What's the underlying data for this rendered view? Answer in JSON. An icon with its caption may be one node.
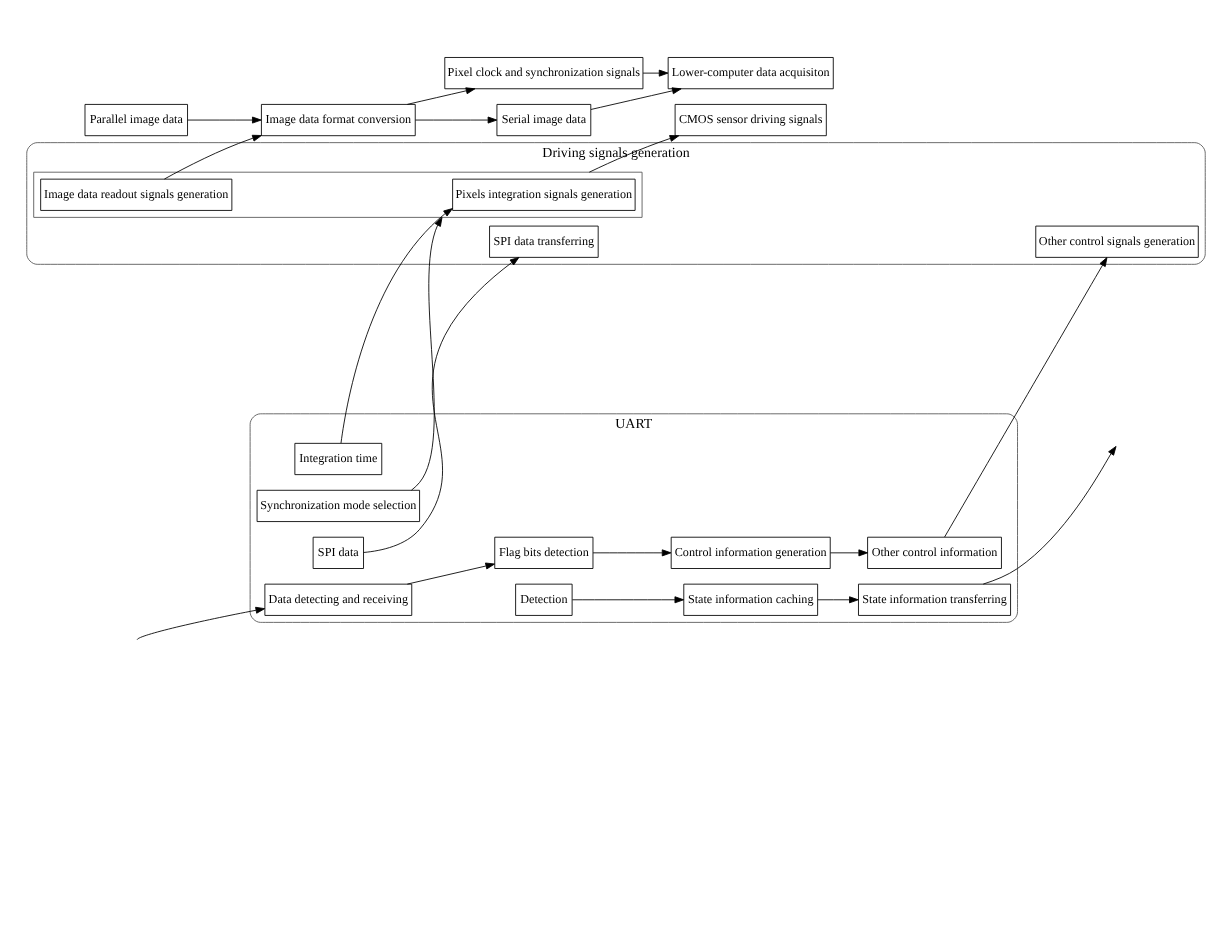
{
  "diagram": {
    "nodes": [
      {
        "text": [
          "UART"
        ]
      },
      {
        "text": [
          "Data detecting and receiving"
        ],
        "in": 0
      },
      {
        "text": [
          "Flag bits detection"
        ],
        "in": 0
      },
      {
        "text": [
          "Control information generation"
        ],
        "in": 0
      },
      {
        "text": [
          "SPI data"
        ],
        "in": 0
      },
      {
        "text": [
          "Integration time"
        ],
        "in": 0
      },
      {
        "text": [
          "Synchronization mode selection"
        ],
        "in": 0
      },
      {
        "text": [
          "Other control information"
        ],
        "in": 0
      },
      {
        "text": [
          "Detection"
        ],
        "in": 0
      },
      {
        "text": [
          "State information caching"
        ],
        "in": 0
      },
      {
        "text": [
          "State information transferring"
        ],
        "in": 0
      },
      {
        "text": [
          "Driving signals generation"
        ]
      },
      {
        "text": [
          "SPI data transferring"
        ],
        "in": 11
      },
      {
        "text": [],
        "shape": "box",
        "in": 11
      },
      {
        "text": [
          "Pixels integration signals generation"
        ],
        "in": 13
      },
      {
        "text": [
          "Image data readout signals generation"
        ],
        "in": 13
      },
      {
        "text": [
          "Other control signals generation"
        ],
        "in": 11
      },
      {
        "text": [
          "CMOS sensor driving signals"
        ]
      },
      {
        "text": [
          "Image data format conversion"
        ]
      },
      {
        "text": [
          "Parallel image data"
        ]
      },
      {
        "text": [
          "Pixel clock and synchronization signals"
        ]
      },
      {
        "text": [
          "Serial image data"
        ]
      },
      {
        "text": [
          "Lower-computer data acquisiton"
        ]
      }
    ],
    "edges": [
      {
        "from": null,
        "to": 1,
        "arrow": "to"
      },
      {
        "from": 1,
        "to": 2,
        "arrow": "to"
      },
      {
        "from": 2,
        "to": 3,
        "arrow": "to"
      },
      {
        "from": 3,
        "to": 7,
        "arrow": "to"
      },
      {
        "from": 4,
        "to": 12,
        "arrow": "to"
      },
      {
        "from": 5,
        "to": 14,
        "arrow": "to"
      },
      {
        "from": 6,
        "to": 13,
        "arrow": "to"
      },
      {
        "from": 7,
        "to": 16,
        "arrow": "to"
      },
      {
        "from": 8,
        "to": 9,
        "arrow": "to"
      },
      {
        "from": 9,
        "to": 10,
        "arrow": "to"
      },
      {
        "from": 10,
        "to": null,
        "arrow": "to"
      },
      {
        "from": 13,
        "to": 17,
        "arrow": "to"
      },
      {
        "from": 15,
        "to": 18,
        "arrow": "to"
      },
      {
        "from": 19,
        "to": 18,
        "arrow": "to"
      },
      {
        "from": 18,
        "to": 20,
        "arrow": "to"
      },
      {
        "from": 18,
        "to": 21,
        "arrow": "to"
      },
      {
        "from": 20,
        "to": 22,
        "arrow": "to"
      },
      {
        "from": 21,
        "to": 22,
        "arrow": "to"
      }
    ]
  }
}
